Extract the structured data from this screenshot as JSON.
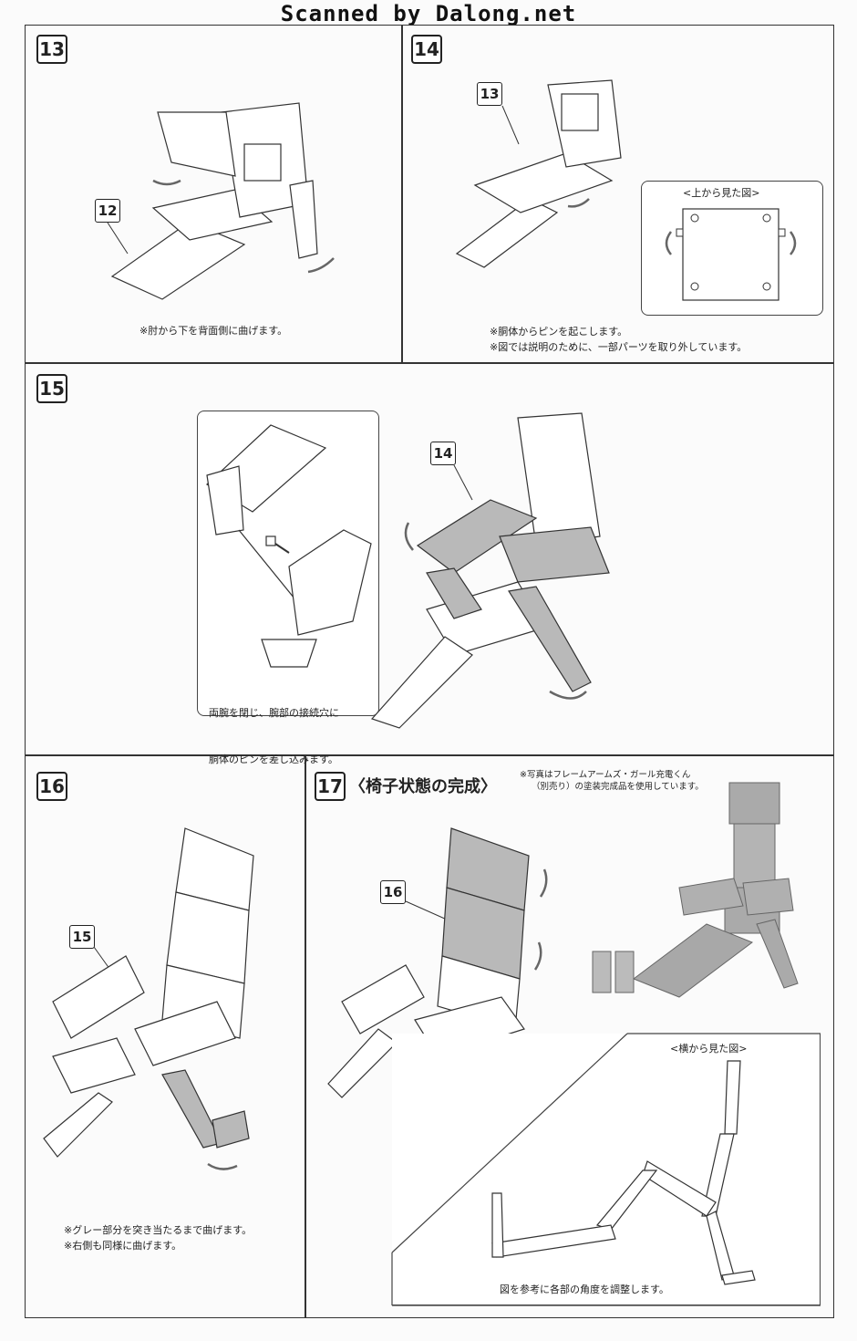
{
  "header": {
    "scan_credit": "Scanned by Dalong.net"
  },
  "steps": {
    "s13": {
      "number": "13",
      "callout": "12",
      "note": "※肘から下を背面側に曲げます。"
    },
    "s14": {
      "number": "14",
      "callout": "13",
      "note_line1": "※胴体からピンを起こします。",
      "note_line2": "※図では説明のために、一部パーツを取り外しています。",
      "inset_label": "<上から見た図>"
    },
    "s15": {
      "number": "15",
      "callout": "14",
      "inset_caption_line1": "両腕を閉じ、腕部の接続穴に",
      "inset_caption_line2": "胴体のピンを差し込みます。"
    },
    "s16": {
      "number": "16",
      "callout": "15",
      "note_line1": "※グレー部分を突き当たるまで曲げます。",
      "note_line2": "※右側も同様に曲げます。"
    },
    "s17": {
      "number": "17",
      "title": "〈椅子状態の完成〉",
      "callout": "16",
      "photo_note_line1": "※写真はフレームアームズ・ガール充電くん",
      "photo_note_line2": "（別売り）の塗装完成品を使用しています。",
      "side_label": "<横から見た図>",
      "side_caption": "図を参考に各部の角度を調整します。"
    }
  },
  "colors": {
    "line": "#333333",
    "gray_part": "#b9b9b9",
    "paper": "#fbfbfb"
  }
}
